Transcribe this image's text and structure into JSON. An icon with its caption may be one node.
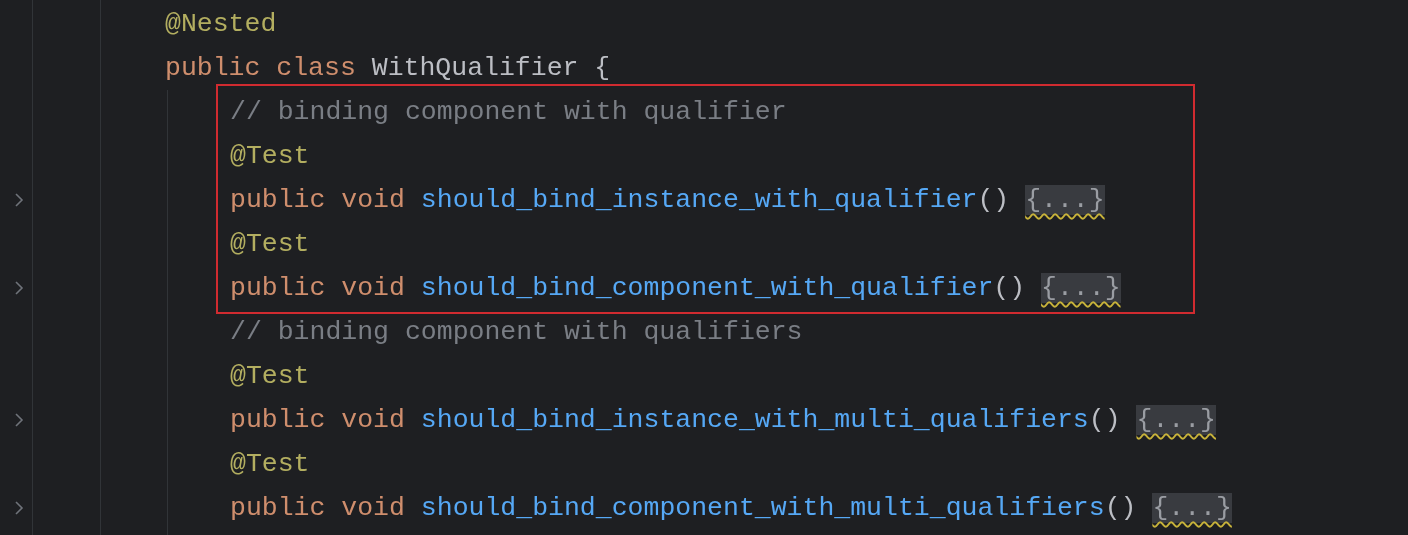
{
  "diagram": {
    "nodes": [
      {
        "text": [
          "// binding component with qualifier",
          "@Test",
          "public void should_bind_instance_with_qualifier() {...}",
          "@Test",
          "public void should_bind_component_with_qualifier() {...}"
        ]
      }
    ],
    "labels": [
      "@Nested",
      "public class WithQualifier {",
      "// binding component with qualifiers",
      "@Test",
      "public void should_bind_instance_with_multi_qualifiers() {...}",
      "@Test",
      "public void should_bind_component_with_multi_qualifiers() {...}"
    ]
  }
}
